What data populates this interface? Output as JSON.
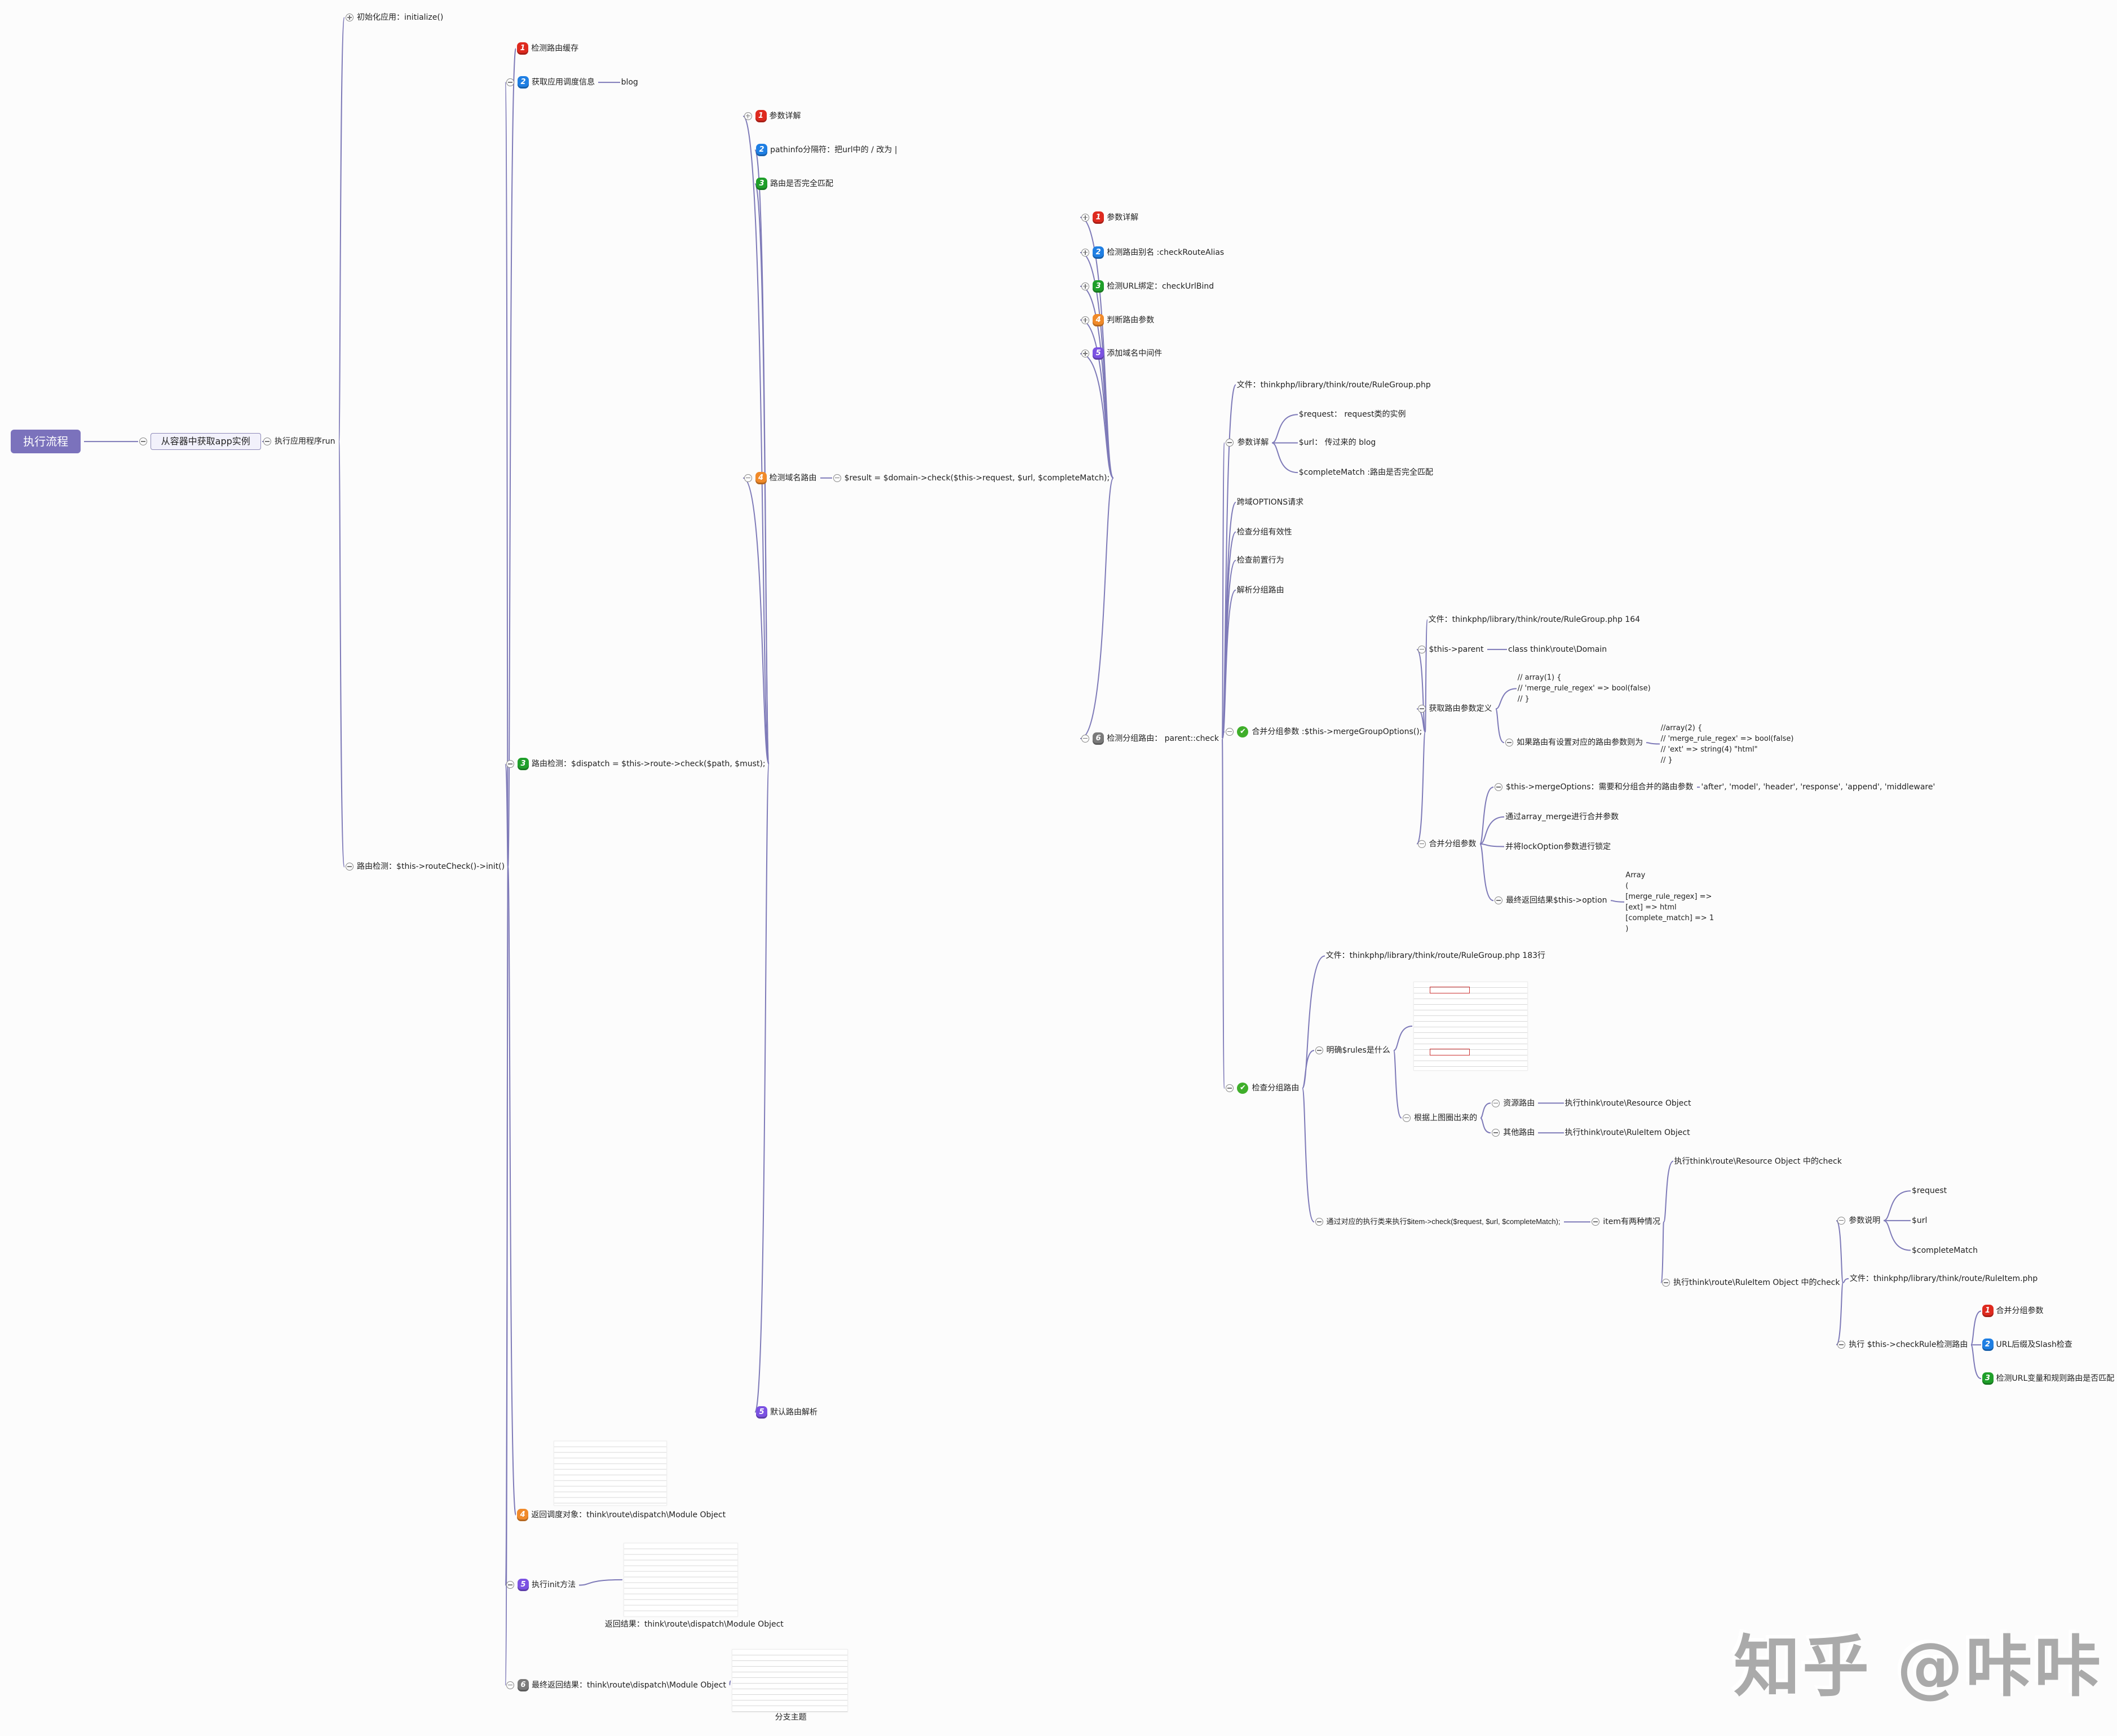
{
  "colors": {
    "root": "#7b72bc",
    "line": "#7e7ab8",
    "badge_red": "#de2a1f",
    "badge_blue": "#1f7fe3",
    "badge_green": "#1f9f2a",
    "badge_orange": "#f08a2a",
    "badge_purple": "#7b52e2",
    "badge_gray": "#7a7a7a",
    "check": "#3fae2a"
  },
  "nodes": {
    "root": {
      "text": "执行流程"
    },
    "app": {
      "text": "从容器中获取app实例"
    },
    "run": {
      "text": "执行应用程序run"
    },
    "init": {
      "text": "初始化应用：initialize()"
    },
    "rc": {
      "text": "路由检测：$this->routeCheck()->init()"
    },
    "a1": {
      "badge": "1",
      "text": "检测路由缓存"
    },
    "a2": {
      "badge": "2",
      "text": "获取应用调度信息"
    },
    "a2b": {
      "text": "blog"
    },
    "a3": {
      "badge": "3",
      "text": "路由检测：$dispatch = $this->route->check($path, $must);"
    },
    "a4": {
      "badge": "4",
      "text": "返回调度对象：think\\route\\dispatch\\Module Object"
    },
    "a5": {
      "badge": "5",
      "text": "执行init方法"
    },
    "a5cap": {
      "text": "返回结果：think\\route\\dispatch\\Module Object"
    },
    "a6": {
      "badge": "6",
      "text": "最终返回结果：think\\route\\dispatch\\Module Object"
    },
    "a6cap": {
      "text": "分支主题"
    },
    "b1": {
      "badge": "1",
      "text": "参数详解"
    },
    "b2": {
      "badge": "2",
      "text": "pathinfo分隔符：把url中的 / 改为 |"
    },
    "b3": {
      "badge": "3",
      "text": "路由是否完全匹配"
    },
    "b4": {
      "badge": "4",
      "text": "检测域名路由"
    },
    "b4a": {
      "text": "$result = $domain->check($this->request, $url, $completeMatch);"
    },
    "b5": {
      "badge": "5",
      "text": "默认路由解析"
    },
    "c1": {
      "badge": "1",
      "text": "参数详解"
    },
    "c2": {
      "badge": "2",
      "text": "检测路由别名 :checkRouteAlias"
    },
    "c3": {
      "badge": "3",
      "text": "检测URL绑定：checkUrlBind"
    },
    "c4": {
      "badge": "4",
      "text": "判断路由参数"
    },
    "c5": {
      "badge": "5",
      "text": "添加域名中间件"
    },
    "c6": {
      "badge": "6",
      "text": "检测分组路由： parent::check"
    },
    "d1": {
      "text": "文件：thinkphp/library/think/route/RuleGroup.php"
    },
    "d2": {
      "text": "参数详解"
    },
    "d2a": {
      "text": "$request：  request类的实例"
    },
    "d2b": {
      "text": "$url：  传过来的 blog"
    },
    "d2c": {
      "text": "$completeMatch :路由是否完全匹配"
    },
    "d3": {
      "text": "跨域OPTIONS请求"
    },
    "d4": {
      "text": "检查分组有效性"
    },
    "d5": {
      "text": "检查前置行为"
    },
    "d6": {
      "text": "解析分组路由"
    },
    "d7": {
      "text": "合并分组参数 :$this->mergeGroupOptions();"
    },
    "d8": {
      "text": "检查分组路由"
    },
    "e1": {
      "text": "文件：thinkphp/library/think/route/RuleGroup.php 164"
    },
    "e2": {
      "text": "$this->parent"
    },
    "e2a": {
      "text": "class think\\route\\Domain"
    },
    "e3": {
      "text": "获取路由参数定义"
    },
    "e3a": {
      "lines": [
        "// array(1) {",
        "// 'merge_rule_regex' => bool(false)",
        "// }"
      ]
    },
    "e3b": {
      "text": "如果路由有设置对应的路由参数则为"
    },
    "e3c": {
      "lines": [
        "//array(2) {",
        "// 'merge_rule_regex' => bool(false)",
        "// 'ext' => string(4) \"html\"",
        "// }"
      ]
    },
    "e4": {
      "text": "合并分组参数"
    },
    "f1": {
      "text": "$this->mergeOptions：需要和分组合并的路由参数"
    },
    "f1a": {
      "text": "'after', 'model', 'header', 'response', 'append', 'middleware'"
    },
    "f2": {
      "text": "通过array_merge进行合并参数"
    },
    "f3": {
      "text": "并将lockOption参数进行锁定"
    },
    "f4": {
      "text": "最终返回结果$this->option"
    },
    "f4a": {
      "lines": [
        "Array",
        "(",
        "[merge_rule_regex] =>",
        "[ext] => html",
        "[complete_match] => 1",
        ")"
      ]
    },
    "g1": {
      "text": "文件：thinkphp/library/think/route/RuleGroup.php 183行"
    },
    "g2": {
      "text": "明确$rules是什么"
    },
    "g3": {
      "text": "根据上图圈出来的"
    },
    "g3a": {
      "text": "资源路由"
    },
    "g3a1": {
      "text": "执行think\\route\\Resource Object"
    },
    "g3b": {
      "text": "其他路由"
    },
    "g3b1": {
      "text": "执行think\\route\\RuleItem Object"
    },
    "g4": {
      "text": "通过对应的执行类来执行$item->check($request, $url, $completeMatch);"
    },
    "h": {
      "text": "item有两种情况"
    },
    "h1": {
      "text": "执行think\\route\\Resource Object 中的check"
    },
    "h2": {
      "text": "执行think\\route\\RuleItem Object 中的check"
    },
    "i1": {
      "text": "参数说明"
    },
    "i1a": {
      "text": "$request"
    },
    "i1b": {
      "text": "$url"
    },
    "i1c": {
      "text": "$completeMatch"
    },
    "i2": {
      "text": "文件：thinkphp/library/think/route/RuleItem.php"
    },
    "i3": {
      "text": "执行 $this->checkRule检测路由"
    },
    "j1": {
      "badge": "1",
      "text": "合并分组参数"
    },
    "j2": {
      "badge": "2",
      "text": "URL后缀及Slash检查"
    },
    "j3": {
      "badge": "3",
      "text": "检测URL变量和规则路由是否匹配"
    }
  },
  "watermark": "知乎 @咔咔"
}
